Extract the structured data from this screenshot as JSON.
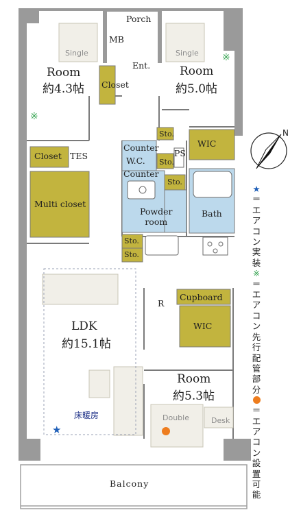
{
  "rooms": {
    "porch": "Porch",
    "mb": "MB",
    "ent": "Ent.",
    "room_w": {
      "name": "Room",
      "size": "約4.3帖"
    },
    "room_e": {
      "name": "Room",
      "size": "約5.0帖"
    },
    "room_s": {
      "name": "Room",
      "size": "約5.3帖"
    },
    "ldk": {
      "name": "LDK",
      "size": "約15.1帖"
    },
    "closet_upper": "Closet",
    "closet_left": "Closet",
    "tes": "TES",
    "multi_closet": "Multi closet",
    "sto_top": "Sto.",
    "wic_top": "WIC",
    "counter_top": "Counter",
    "wc": "W.C.",
    "sto_wc": "Sto.",
    "ps": "PS",
    "counter_bottom": "Counter",
    "sto_basin": "Sto.",
    "powder_room": "Powder\nroom",
    "bath": "Bath",
    "sto_k1": "Sto.",
    "sto_k2": "Sto.",
    "r": "R",
    "cupboard": "Cupboard",
    "wic_bottom": "WIC",
    "balcony": "Balcony"
  },
  "furniture": {
    "single_w": "Single",
    "single_e": "Single",
    "double": "Double",
    "desk": "Desk"
  },
  "floor_heating": "床暖房",
  "legend": {
    "star_symbol": "★",
    "star_text": "＝エアコン実装",
    "green_symbol": "※",
    "green_text": "＝エアコン先行配管部分",
    "orange_text": "＝エアコン設置可能"
  },
  "compass_letter": "N",
  "colors": {
    "wall": "#9a9a9a",
    "storage": "#c2b43e",
    "wet_area": "#bcd9ec",
    "floor": "#ffffff",
    "star": "#1f5fb8",
    "aircon_sleeve": "#3aa655",
    "aircon_possible": "#ee7d1e"
  }
}
